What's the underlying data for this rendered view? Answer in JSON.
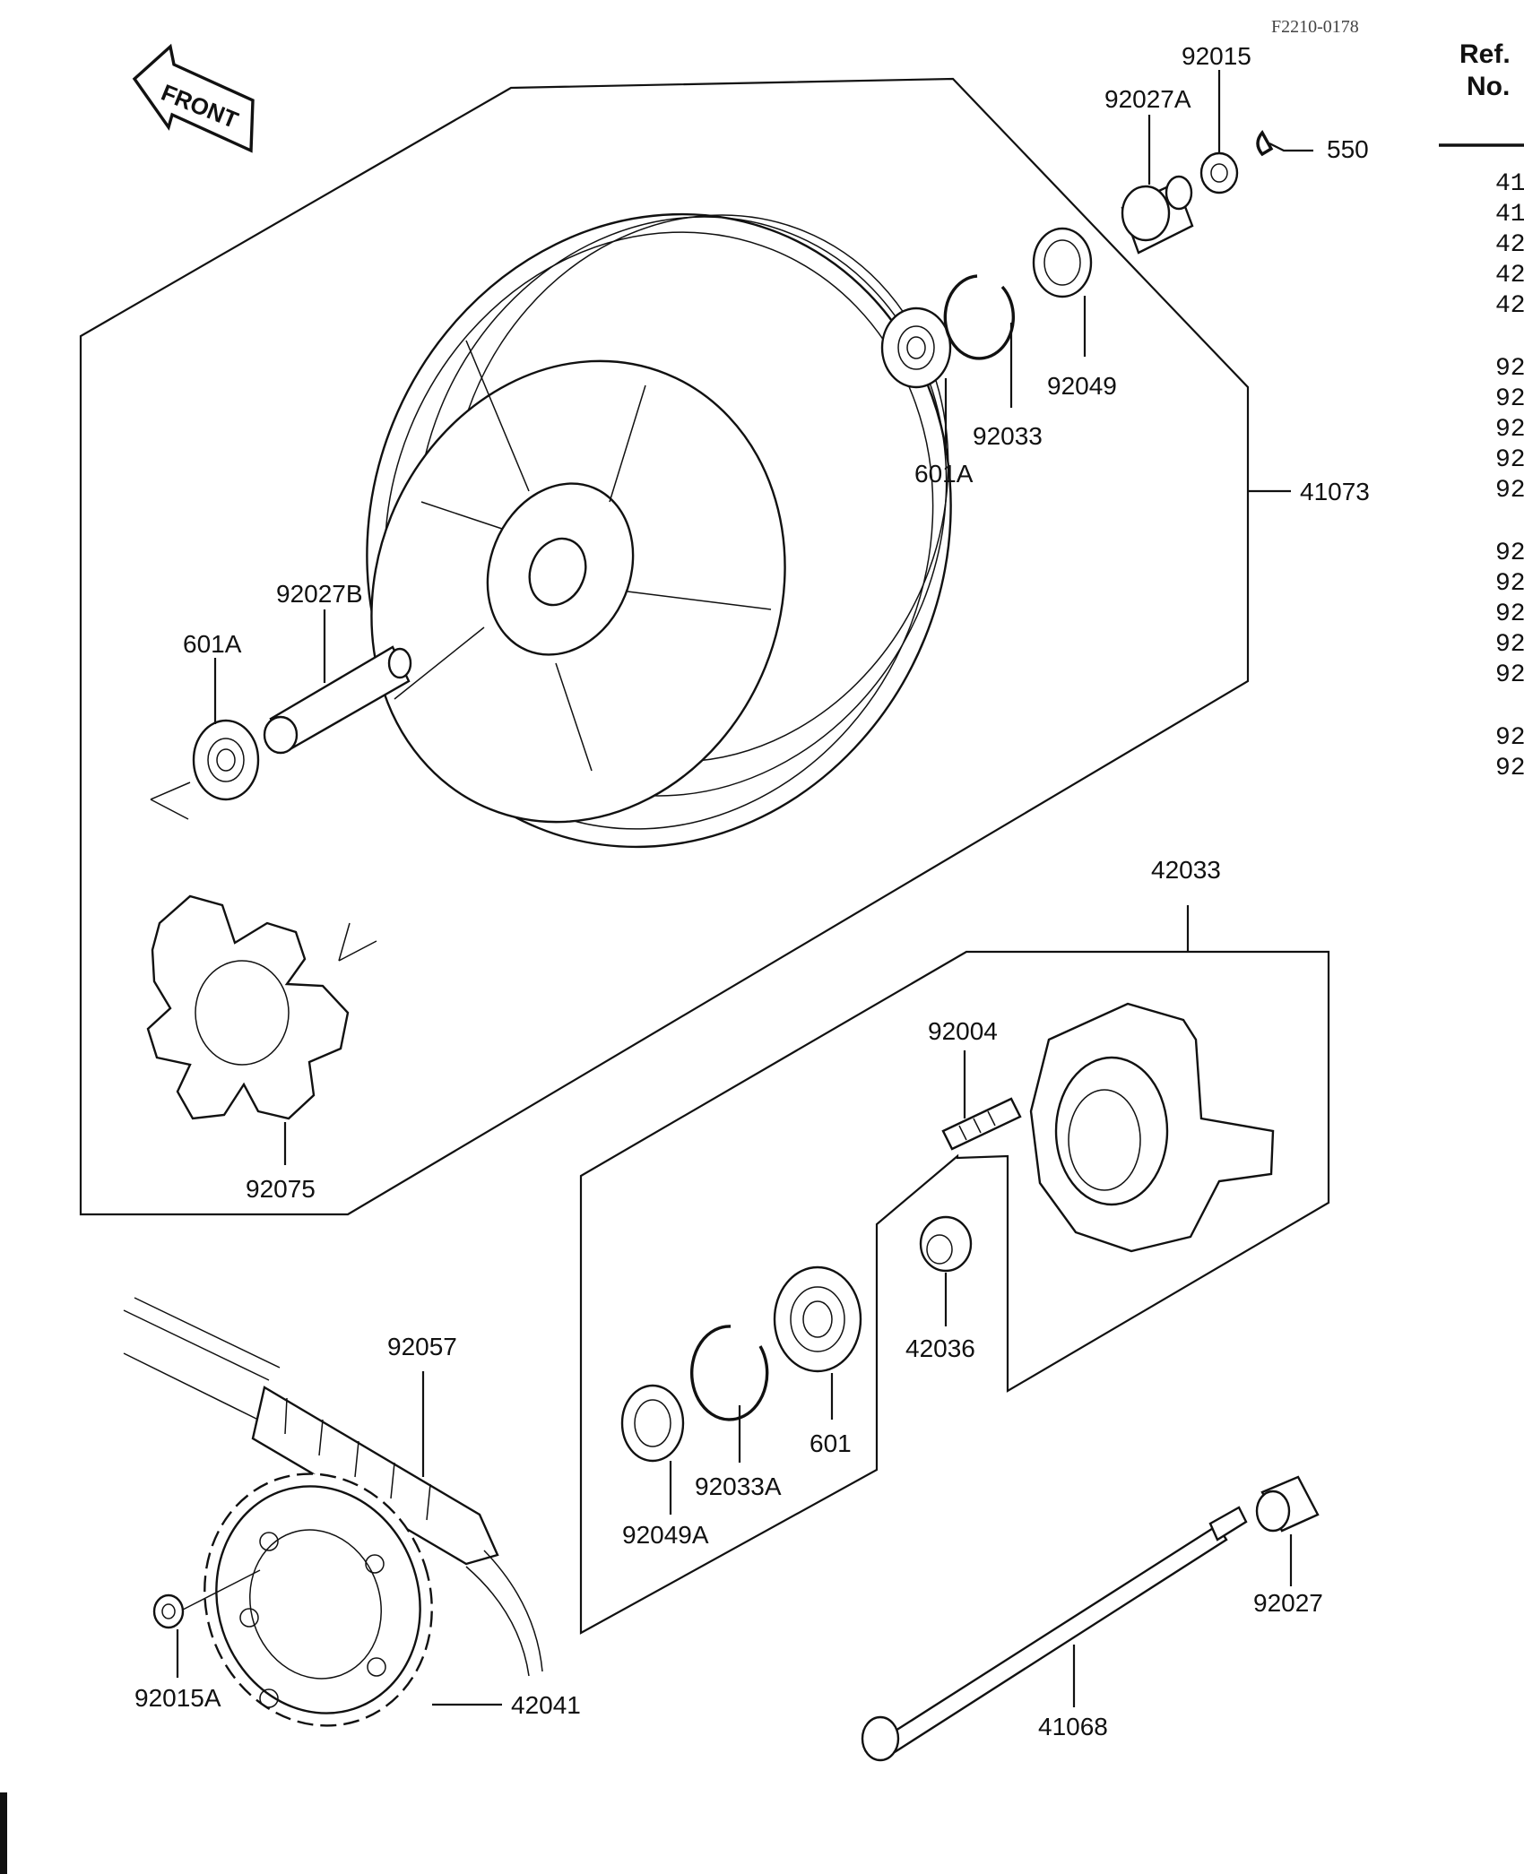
{
  "header": {
    "figure_code": "F2210-0178",
    "ref_heading_line1": "Ref.",
    "ref_heading_line2": "No.",
    "front_label": "FRONT"
  },
  "ref_column": [
    "41",
    "41",
    "42",
    "42",
    "42",
    "92",
    "92",
    "92",
    "92",
    "92",
    "92",
    "92",
    "92",
    "92",
    "92",
    "92",
    "92"
  ],
  "callouts": {
    "p92015": "92015",
    "p92027A": "92027A",
    "p550": "550",
    "p92049": "92049",
    "p92033": "92033",
    "p601A_top": "601A",
    "p41073": "41073",
    "p92027B": "92027B",
    "p601A_left": "601A",
    "p92075": "92075",
    "p42033": "42033",
    "p92004": "92004",
    "p42036": "42036",
    "p601": "601",
    "p92033A": "92033A",
    "p92049A": "92049A",
    "p92057": "92057",
    "p92015A": "92015A",
    "p42041": "42041",
    "p41068": "41068",
    "p92027": "92027"
  }
}
